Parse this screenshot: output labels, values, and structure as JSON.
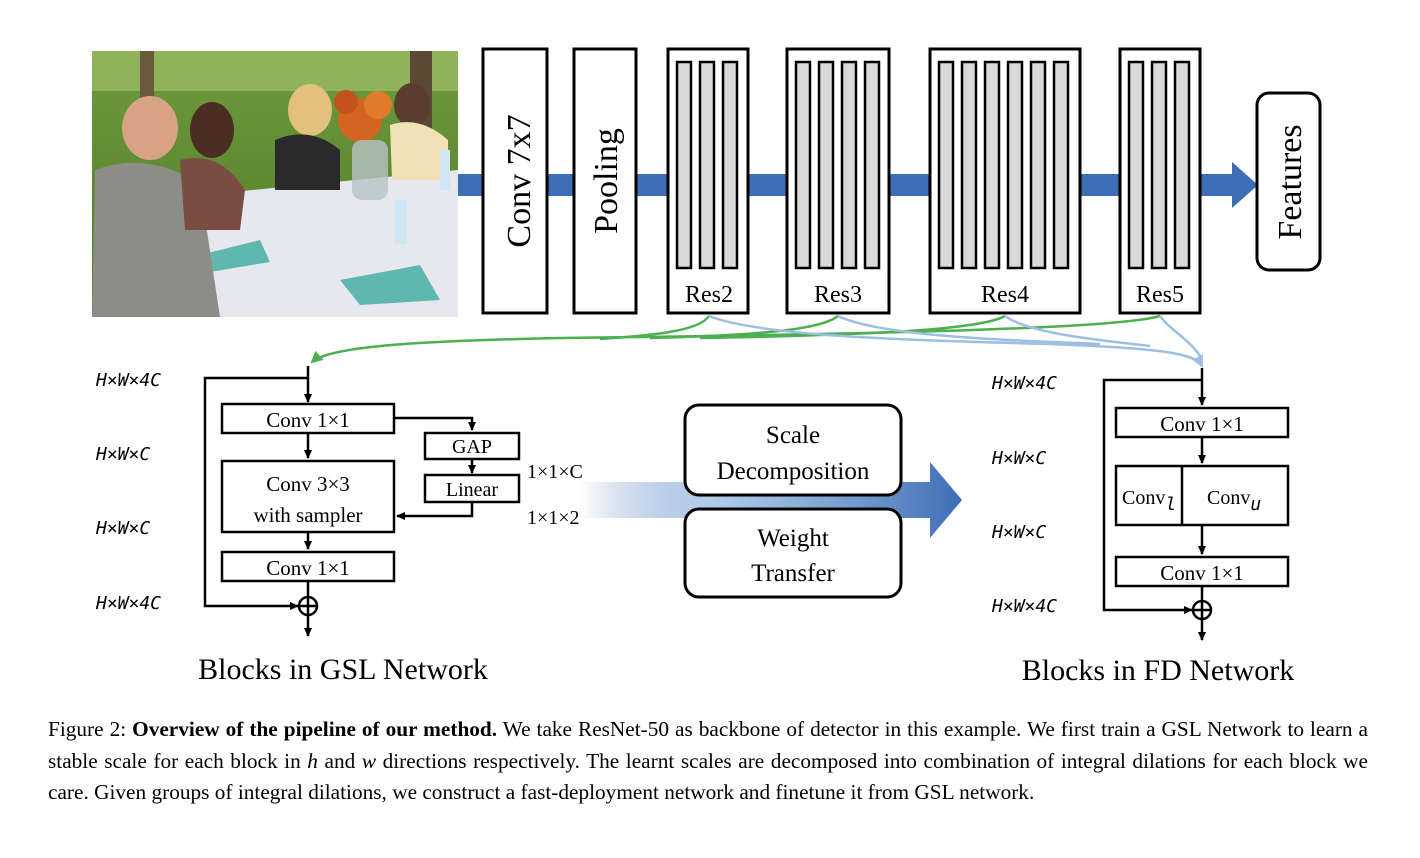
{
  "backbone": {
    "photo_description_icon": "photo-people-at-table",
    "conv_label": "Conv 7x7",
    "pooling_label": "Pooling",
    "res_labels": [
      "Res2",
      "Res3",
      "Res4",
      "Res5"
    ],
    "features_label": "Features",
    "arrow_color": "#3d6db5"
  },
  "gsl_block": {
    "dims": [
      "H×W×4C",
      "H×W×C",
      "H×W×C",
      "H×W×4C"
    ],
    "conv1_label": "Conv 1×1",
    "conv3_label_line1": "Conv 3×3",
    "conv3_label_line2": "with sampler",
    "conv1b_label": "Conv 1×1",
    "gap_label": "GAP",
    "linear_label": "Linear",
    "out_dim_1": "1×1×C",
    "out_dim_2": "1×1×2",
    "title": "Blocks in GSL Network",
    "connector_color": "#4caf50"
  },
  "middle": {
    "scale_line1": "Scale",
    "scale_line2": "Decomposition",
    "weight_line1": "Weight",
    "weight_line2": "Transfer"
  },
  "fd_block": {
    "dims": [
      "H×W×4C",
      "H×W×C",
      "H×W×C",
      "H×W×4C"
    ],
    "conv1_label": "Conv 1×1",
    "conv_l_base": "Conv",
    "conv_l_sub": "l",
    "conv_u_base": "Conv",
    "conv_u_sub": "u",
    "conv1b_label": "Conv 1×1",
    "title": "Blocks in FD Network",
    "connector_color": "#9dbfe3"
  },
  "caption": {
    "prefix": "Figure 2: ",
    "bold": "Overview of the pipeline of our method.",
    "part1": "  We take ResNet-50 as backbone of detector in this example.  We first train a GSL Network to learn a stable scale for each block in ",
    "h": "h",
    "and": " and ",
    "w": "w",
    "part2": " directions respectively.  The learnt scales are decomposed into combination of integral dilations for each block we care. Given groups of integral dilations, we construct a fast-deployment network and finetune it from GSL network."
  }
}
